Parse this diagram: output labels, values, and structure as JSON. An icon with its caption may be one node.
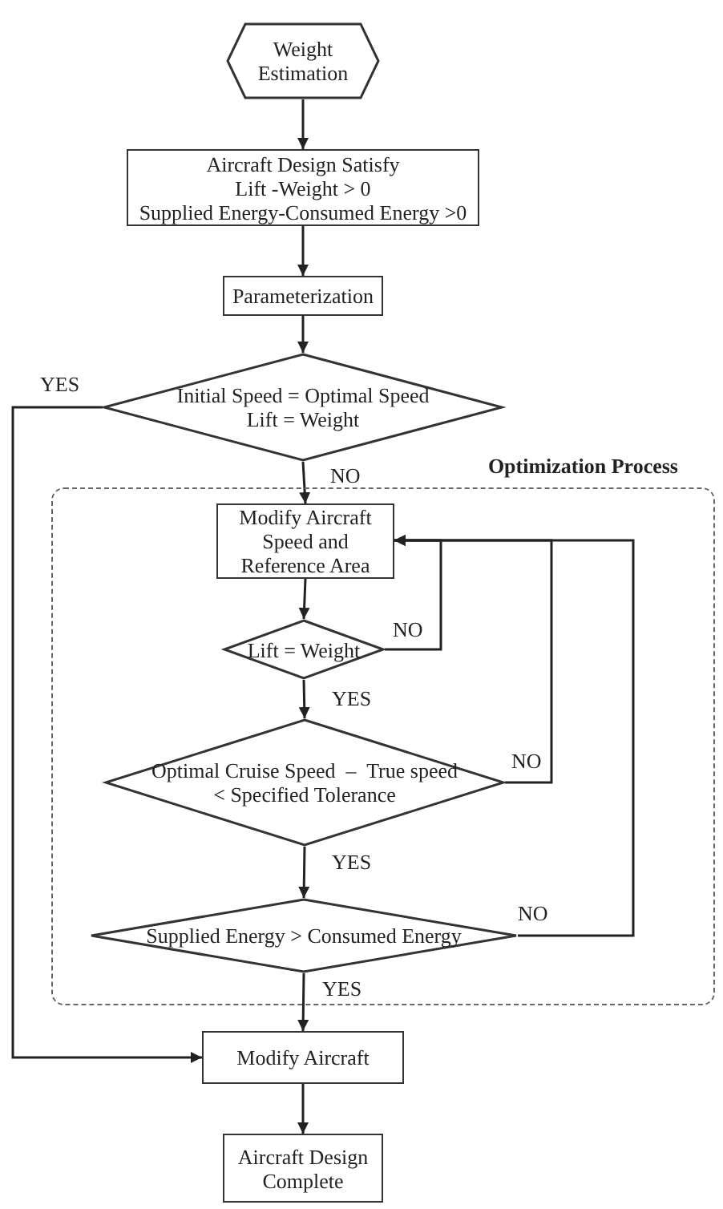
{
  "diagram": {
    "nodes": [
      {
        "text": [
          "Weight Estimation"
        ]
      },
      {
        "text": [
          "Aircraft Design Satisfy",
          "Lift -Weight > 0",
          "Supplied Energy-Consumed Energy >0"
        ]
      },
      {
        "text": [
          "Parameterization"
        ]
      },
      {
        "text": [
          "Initial Speed = Optimal Speed Lift = Weight"
        ]
      },
      {
        "text": [
          "Optimization Process"
        ]
      },
      {
        "text": [
          "Modify Aircraft Speed and Reference Area"
        ],
        "in": 4
      },
      {
        "text": [
          "Lift = Weight"
        ],
        "in": 4
      },
      {
        "text": [
          "Optimal Cruise Speed  –  True speed < Specified Tolerance"
        ],
        "in": 4
      },
      {
        "text": [
          "Supplied Energy > Consumed Energy"
        ],
        "in": 4
      },
      {
        "text": [
          "Modify Aircraft"
        ]
      },
      {
        "text": [
          "Aircraft Design Complete"
        ]
      }
    ],
    "edges": [
      {
        "from": 0,
        "to": 1,
        "arrow": "to"
      },
      {
        "from": 1,
        "to": 2,
        "arrow": "to"
      },
      {
        "from": 2,
        "to": 3,
        "arrow": "to"
      },
      {
        "from": 3,
        "to": 5,
        "arrow": "to",
        "label": "NO"
      },
      {
        "from": 3,
        "to": 9,
        "arrow": "to",
        "label": "YES"
      },
      {
        "from": 5,
        "to": 6,
        "arrow": "to"
      },
      {
        "from": 6,
        "to": 5,
        "arrow": "to",
        "label": "NO"
      },
      {
        "from": 6,
        "to": 7,
        "arrow": "to",
        "label": "YES"
      },
      {
        "from": 7,
        "to": 5,
        "arrow": "to",
        "label": "NO"
      },
      {
        "from": 7,
        "to": 8,
        "arrow": "to",
        "label": "YES"
      },
      {
        "from": 8,
        "to": 5,
        "arrow": "to",
        "label": "NO"
      },
      {
        "from": 8,
        "to": 9,
        "arrow": "to",
        "label": "YES"
      },
      {
        "from": 9,
        "to": 10,
        "arrow": "to"
      }
    ]
  }
}
